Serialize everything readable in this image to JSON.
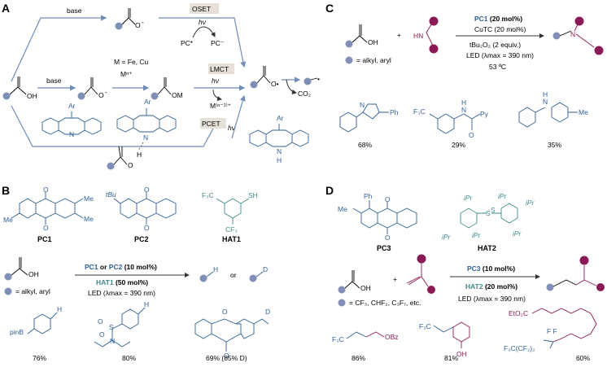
{
  "panels": {
    "a": "A",
    "b": "B",
    "c": "C",
    "d": "D"
  },
  "panel_a": {
    "base_top": "base",
    "base_mid": "base",
    "oset": "OSET",
    "hv1": "hν",
    "pc_star": "PC*",
    "pc_minus": "PC⁻",
    "metal_def": "M = Fe, Cu",
    "metal_ion": "Mⁿ⁺",
    "om": "OM",
    "lmct": "LMCT",
    "hv2": "hν",
    "m_reduced": "M⁽ⁿ⁻¹⁾⁺",
    "co2": "CO₂",
    "pcet": "PCET",
    "hv3": "hν",
    "oh": "OH",
    "ar1": "Ar",
    "ar2": "Ar",
    "ar3": "Ar",
    "h_bond": "H",
    "o_label": "O",
    "n_label": "N",
    "nh_label": "H"
  },
  "panel_b": {
    "pc1": "PC1",
    "pc2": "PC2",
    "hat1": "HAT1",
    "tbu": "tBu",
    "me": "Me",
    "cf3a": "F₃C",
    "cf3b": "CF₃",
    "sh": "SH",
    "cond1_a": "PC1",
    "cond1_or": " or ",
    "cond1_b": "PC2",
    "cond1_c": " (10 mol%)",
    "cond2_a": "HAT1",
    "cond2_b": " (50 mol%)",
    "cond3": "LED (λmax = 390 nm)",
    "r_def": "= alkyl, aryl",
    "oh": "OH",
    "prod_h": "H",
    "prod_or": "or",
    "prod_d": "D",
    "pinb": "pinB",
    "ex_h1": "H",
    "ex_h2": "H",
    "ex_d": "D",
    "yield1": "76%",
    "yield2": "80%",
    "yield3": "69% (85% D)"
  },
  "panel_c": {
    "cond1_a": "PC1",
    "cond1_b": " (20 mol%)",
    "cond2": "CuTC (20 mol%)",
    "cond3": "tBu₂O₂ (2 equiv.)",
    "cond4": "LED (λmax = 390 nm)",
    "cond5": "53 ºC",
    "oh": "OH",
    "hn": "HN",
    "plus": "+",
    "r_def": "= alkyl, aryl",
    "n_prod": "N",
    "ph": "Ph",
    "py": "Py",
    "f3c": "F₃C",
    "me": "Me",
    "yield1": "68%",
    "yield2": "29%",
    "yield3": "35%"
  },
  "panel_d": {
    "pc3": "PC3",
    "hat2": "HAT2",
    "ph": "Ph",
    "me": "Me",
    "ipr": "iPr",
    "cond1_a": "PC3",
    "cond1_b": "  (10 mol%)",
    "cond2_a": "HAT2",
    "cond2_b": " (20 mol%)",
    "cond3": "LED (λmax = 390 nm)",
    "oh": "OH",
    "plus": "+",
    "r_def": "= CF₃, CHF₂, C₃F₇, etc.",
    "f3c1": "F₃C",
    "obz": "OBz",
    "f3c2": "F₃C",
    "oh2": "OH",
    "eto2c": "EtO₂C",
    "ff": "F  F",
    "f3ccf": "F₃C(CF₂)₂",
    "yield1": "86%",
    "yield2": "81%",
    "yield3": "60%"
  },
  "colors": {
    "blue": "#2f5f96",
    "teal": "#3f8a8c",
    "magenta": "#8a1a55",
    "r_group": "#7f8fb8",
    "box": "#e7e0d8"
  }
}
